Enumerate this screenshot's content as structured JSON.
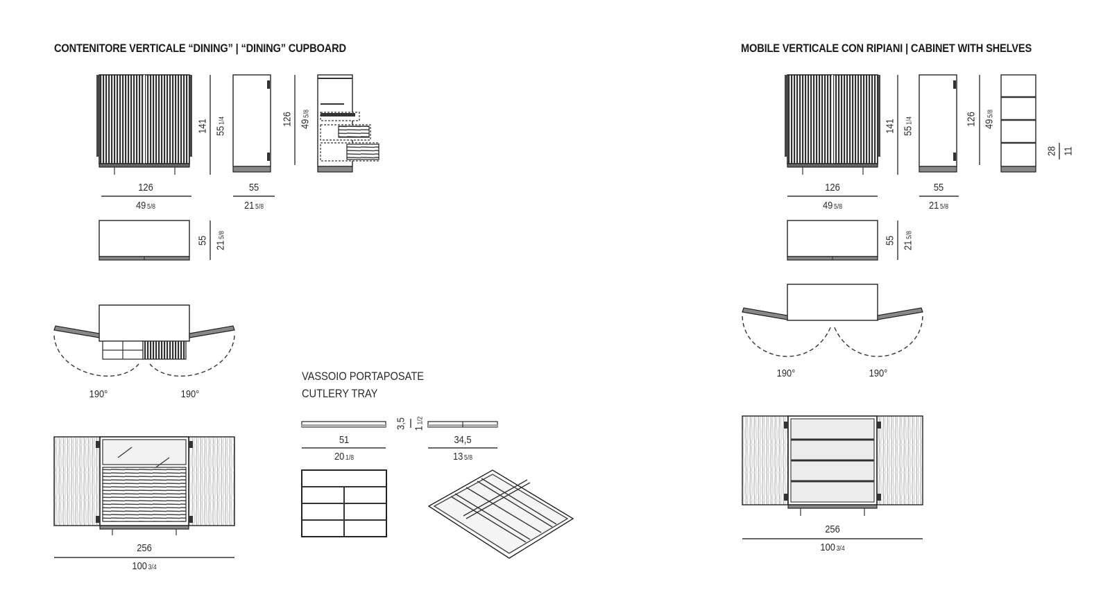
{
  "left_section": {
    "title": "CONTENITORE VERTICALE “DINING”  |  “DINING” CUPBOARD",
    "front_width_cm": "126",
    "front_width_in": "49",
    "front_width_in_frac": "5/8",
    "front_height_cm": "141",
    "front_height_in": "55",
    "front_height_in_frac": "1/4",
    "side_depth_cm": "55",
    "side_depth_in": "21",
    "side_depth_in_frac": "5/8",
    "side_height_cm": "126",
    "side_height_in": "49",
    "side_height_in_frac": "5/8",
    "top_depth_cm": "55",
    "top_depth_in": "21",
    "top_depth_in_frac": "5/8",
    "angle_left": "190°",
    "angle_right": "190°",
    "open_width_cm": "256",
    "open_width_in": "100",
    "open_width_in_frac": "3/4"
  },
  "tray_section": {
    "title_it": "VASSOIO PORTAPOSATE",
    "title_en": "CUTLERY TRAY",
    "height_cm": "3,5",
    "height_in": "1",
    "height_in_frac": "1/2",
    "width_cm": "51",
    "width_in": "20",
    "width_in_frac": "1/8",
    "depth_cm": "34,5",
    "depth_in": "13",
    "depth_in_frac": "5/8"
  },
  "right_section": {
    "title": "MOBILE VERTICALE CON RIPIANI  |  CABINET WITH SHELVES",
    "front_width_cm": "126",
    "front_width_in": "49",
    "front_width_in_frac": "5/8",
    "front_height_cm": "141",
    "front_height_in": "55",
    "front_height_in_frac": "1/4",
    "side_depth_cm": "55",
    "side_depth_in": "21",
    "side_depth_in_frac": "5/8",
    "side_height_cm": "126",
    "side_height_in": "49",
    "side_height_in_frac": "5/8",
    "shelf_cm": "28",
    "shelf_in": "11",
    "top_depth_cm": "55",
    "top_depth_in": "21",
    "top_depth_in_frac": "5/8",
    "angle_left": "190°",
    "angle_right": "190°",
    "open_width_cm": "256",
    "open_width_in": "100",
    "open_width_in_frac": "3/4"
  }
}
